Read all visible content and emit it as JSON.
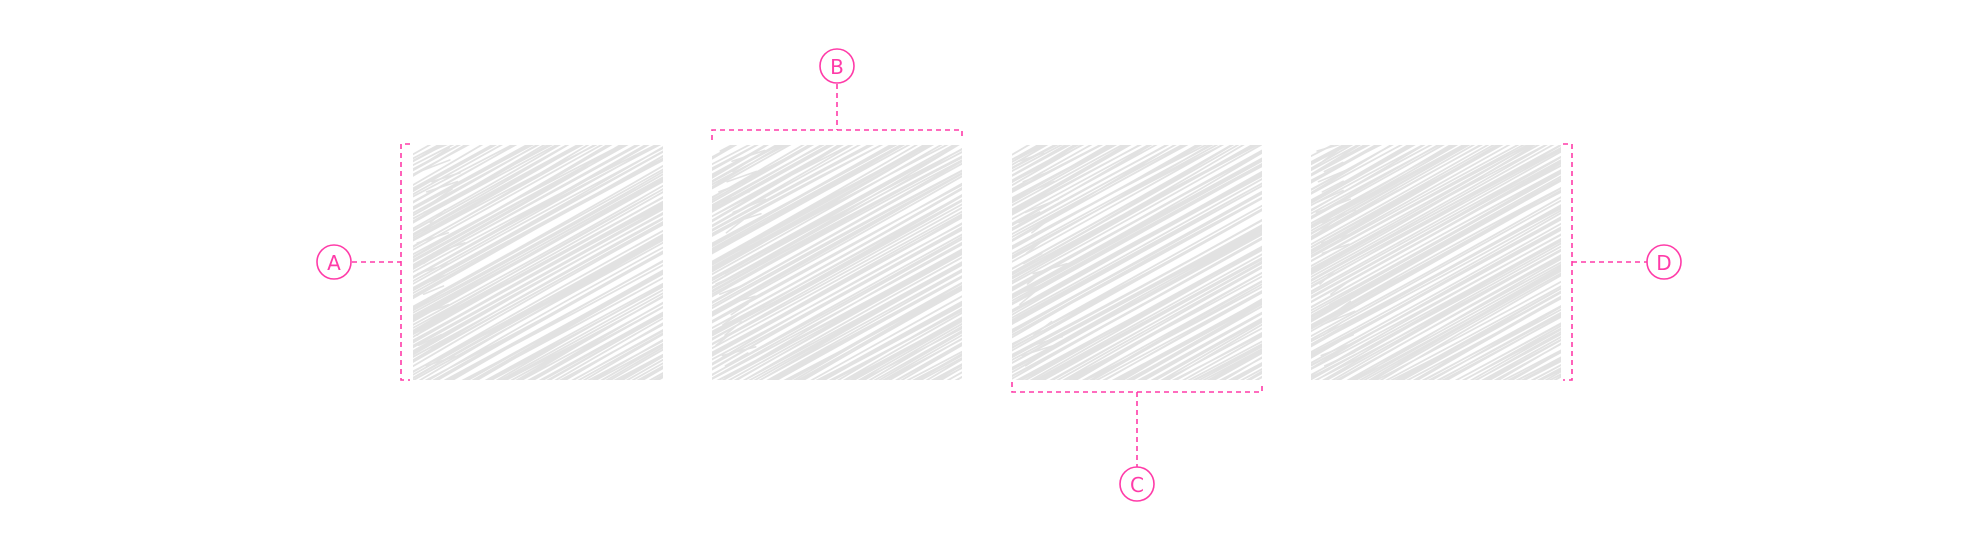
{
  "colors": {
    "annotation": "#ff3ba8",
    "sketch": "#e2e2e2",
    "background": "#ffffff"
  },
  "markers": {
    "a": {
      "letter": "A",
      "target": "item-1-height"
    },
    "b": {
      "letter": "B",
      "target": "item-2-width"
    },
    "c": {
      "letter": "C",
      "target": "item-3-width"
    },
    "d": {
      "letter": "D",
      "target": "item-4-height"
    }
  },
  "items": [
    {
      "name": "placeholder-item-1"
    },
    {
      "name": "placeholder-item-2"
    },
    {
      "name": "placeholder-item-3"
    },
    {
      "name": "placeholder-item-4"
    }
  ]
}
